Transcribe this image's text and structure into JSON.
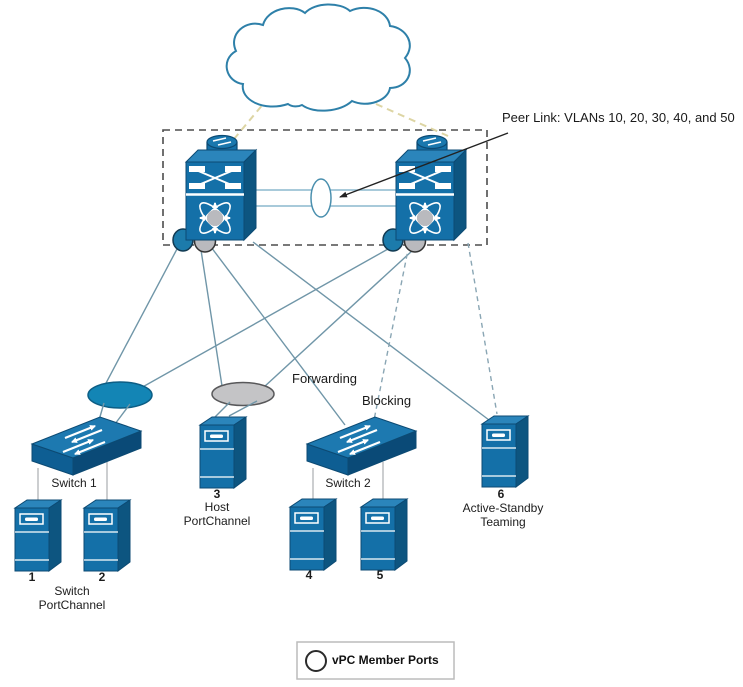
{
  "annotations": {
    "peer_link": "Peer Link: VLANs 10, 20, 30, 40, and 50",
    "forwarding": "Forwarding",
    "blocking": "Blocking"
  },
  "devices": {
    "switch1": {
      "label": "Switch 1"
    },
    "switch2": {
      "label": "Switch 2"
    },
    "server1": {
      "number": "1"
    },
    "server2": {
      "number": "2"
    },
    "server3": {
      "number": "3",
      "caption1": "Host",
      "caption2": "PortChannel"
    },
    "server4": {
      "number": "4"
    },
    "server5": {
      "number": "5"
    },
    "server6": {
      "number": "6",
      "caption1": "Active-Standby",
      "caption2": "Teaming"
    },
    "switch_portchannel_group": {
      "caption1": "Switch",
      "caption2": "PortChannel"
    }
  },
  "legend": {
    "vpc_member_ports": "vPC Member Ports"
  },
  "colors": {
    "device_front": "#1470a8",
    "device_top": "#2b85bb",
    "device_side": "#0d5580",
    "portchannel_blue": "#1385b5",
    "portchannel_gray": "#c4c4c6",
    "vpc_circle_blue": "#1c7bab",
    "vpc_circle_gray": "#b9babe",
    "link": "#7096a8",
    "cloud_outline": "#2e80a9",
    "cloud_link_dash": "#ddd5a4"
  }
}
